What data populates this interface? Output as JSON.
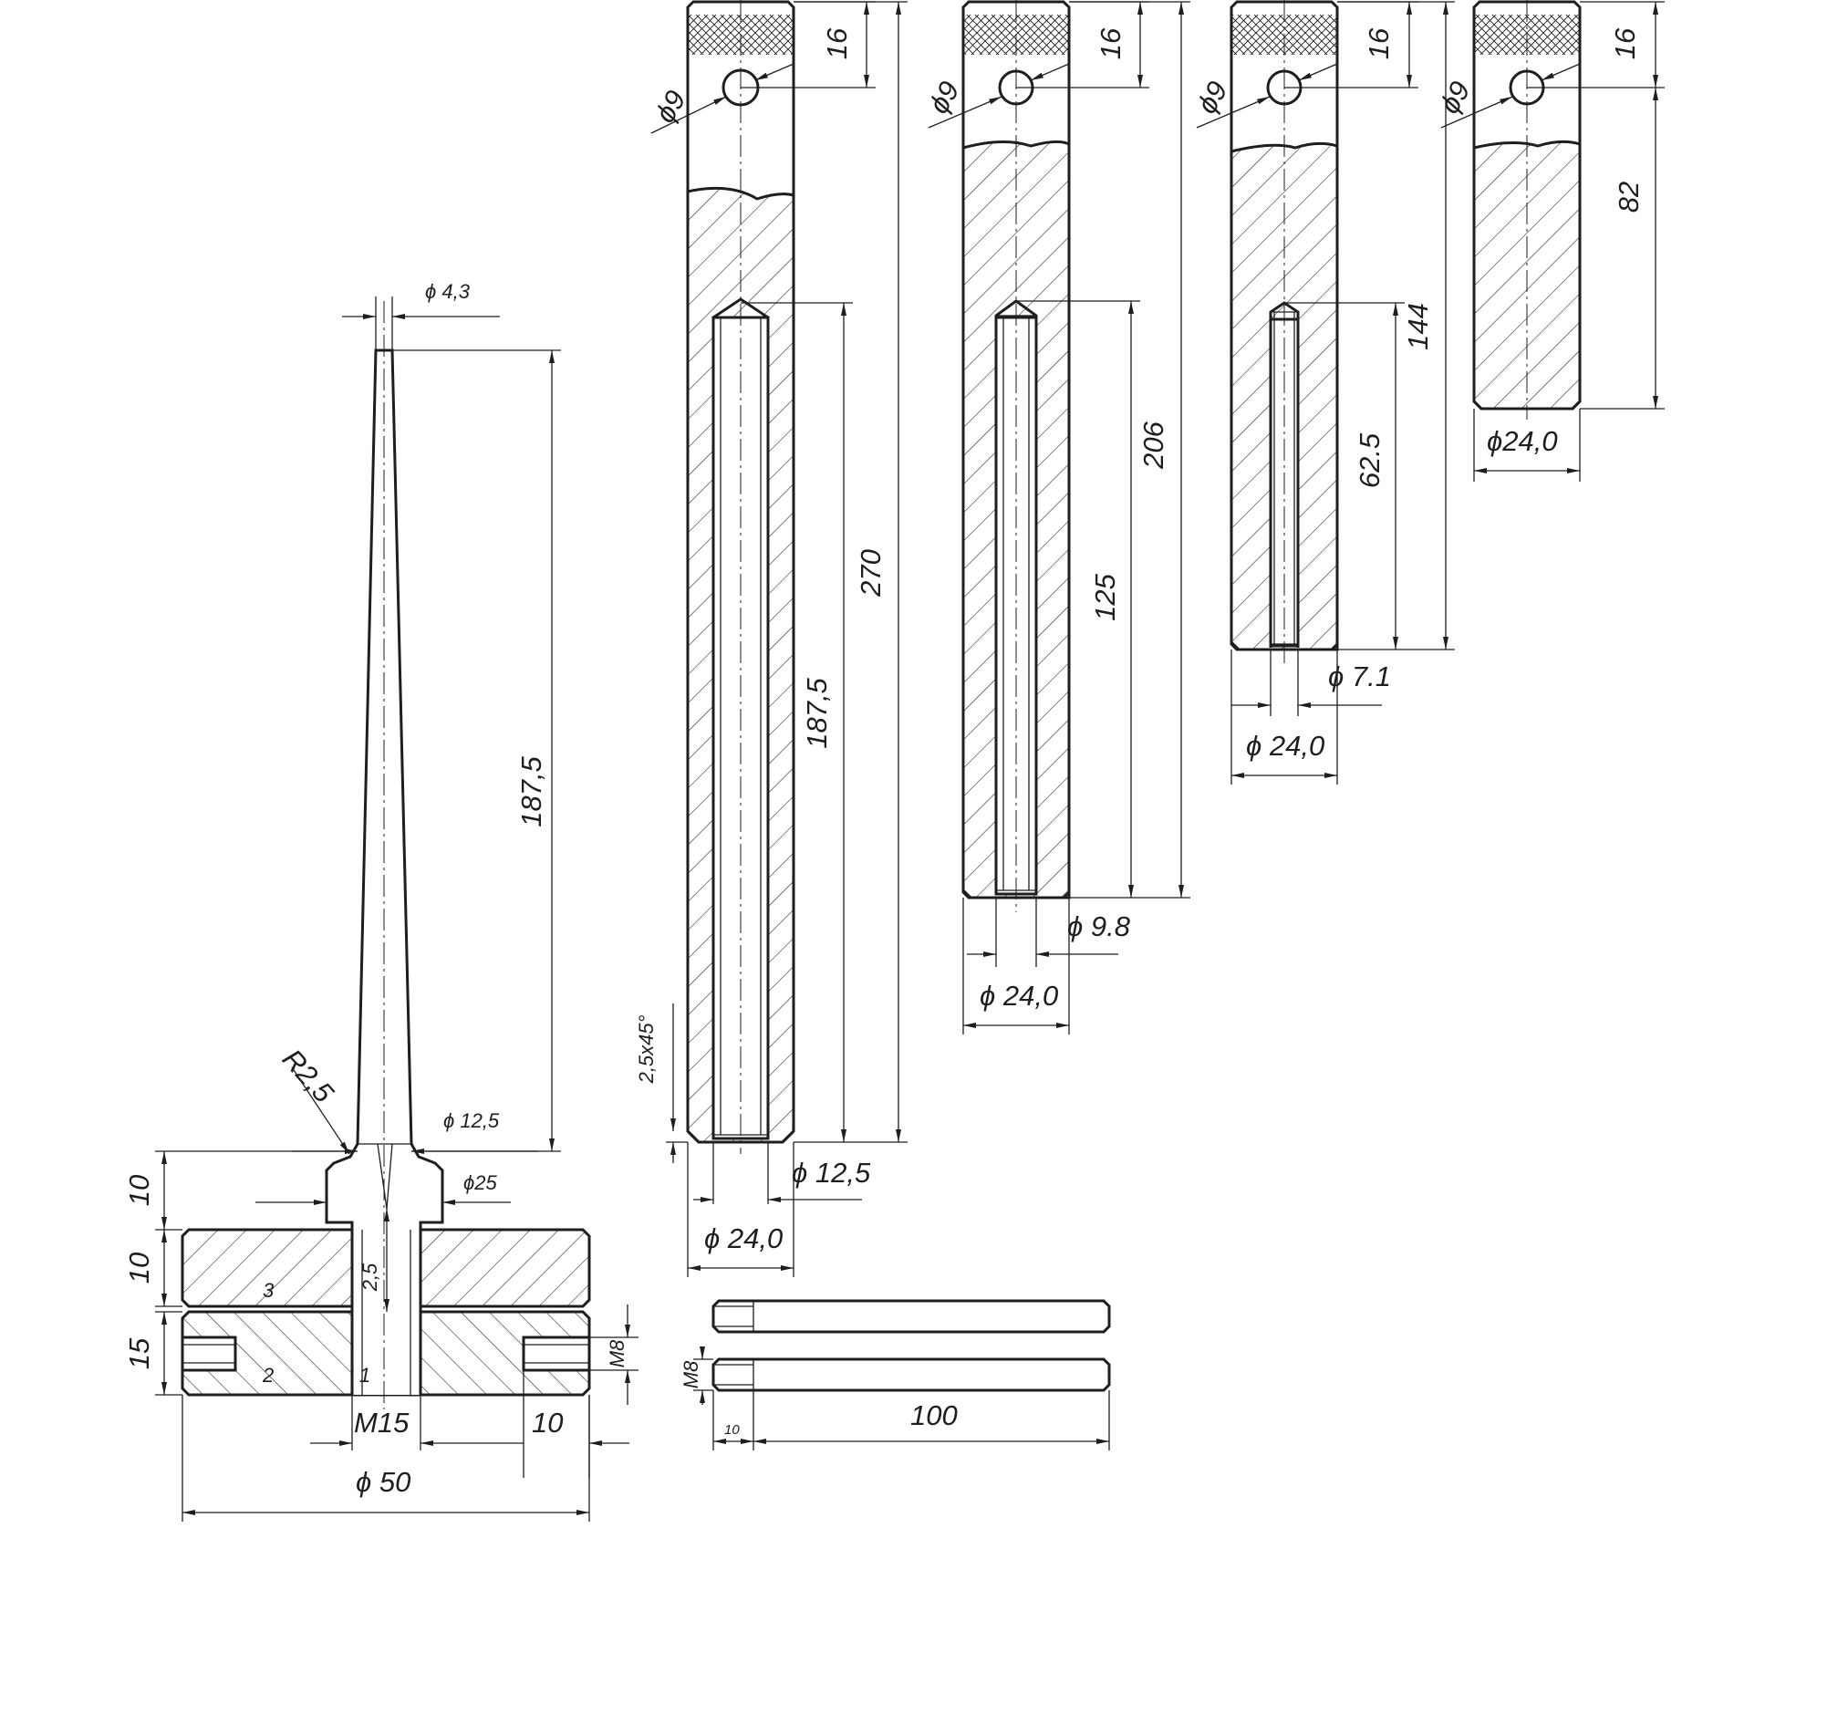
{
  "cone_assembly": {
    "dim_tip_dia": "ϕ 4,3",
    "dim_cone_height": "187,5",
    "dim_radius": "R2,5",
    "dim_neck_dia": "ϕ 12,5",
    "dim_collar_dia": "ϕ25",
    "dim_collar_h": "10",
    "dim_plate_h": "10",
    "dim_base_h": "15",
    "dim_bore": "2,5",
    "dim_thread": "M15",
    "dim_slot": "10",
    "dim_base_dia": "ϕ 50",
    "dim_side_thread": "M8",
    "part_labels": [
      "3",
      "2",
      "1"
    ]
  },
  "rods": [
    {
      "dim_top": "16",
      "dim_hole": "ϕ9",
      "dim_overall": "270",
      "dim_bore_depth": "187,5",
      "dim_chamfer": "2,5x45°",
      "dim_bore_dia": "ϕ 12,5",
      "dim_outer_dia": "ϕ 24,0"
    },
    {
      "dim_top": "16",
      "dim_hole": "ϕ9",
      "dim_overall": "206",
      "dim_bore_depth": "125",
      "dim_bore_dia": "ϕ 9.8",
      "dim_outer_dia": "ϕ 24,0"
    },
    {
      "dim_top": "16",
      "dim_hole": "ϕ9",
      "dim_overall": "144",
      "dim_bore_depth": "62.5",
      "dim_bore_dia": "ϕ 7.1",
      "dim_outer_dia": "ϕ 24,0"
    },
    {
      "dim_top": "16",
      "dim_hole": "ϕ9",
      "dim_overall": "82",
      "dim_outer_dia": "ϕ24,0"
    }
  ],
  "bolts": {
    "dim_thread": "M8",
    "dim_thread_len": "10",
    "dim_length": "100"
  }
}
